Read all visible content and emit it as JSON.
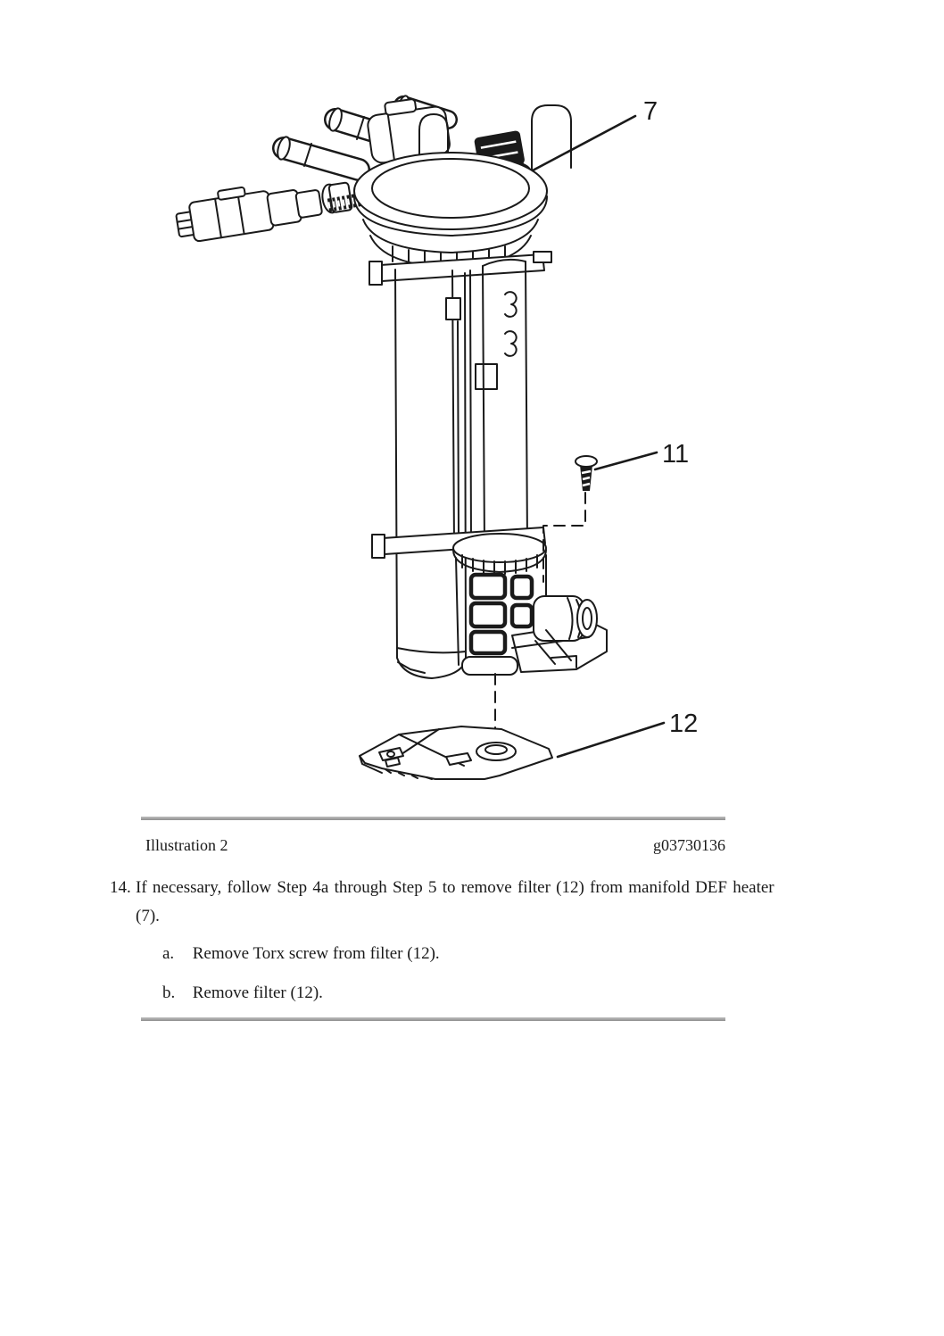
{
  "document": {
    "figure": {
      "callouts": {
        "heater": "7",
        "screw": "11",
        "filter": "12"
      }
    },
    "caption": {
      "label": "Illustration 2",
      "code": "g03730136"
    },
    "step": {
      "number": "14.",
      "line1": "If necessary, follow Step 4a through Step 5 to remove filter (12) from manifold DEF heater",
      "line2": "(7).",
      "substeps": [
        {
          "letter": "a.",
          "text": "Remove Torx screw from filter (12)."
        },
        {
          "letter": "b.",
          "text": "Remove filter (12)."
        }
      ]
    },
    "colors": {
      "ink": "#1a1a1a",
      "divider_gray": "#9b9b9b",
      "paper": "#ffffff"
    }
  }
}
